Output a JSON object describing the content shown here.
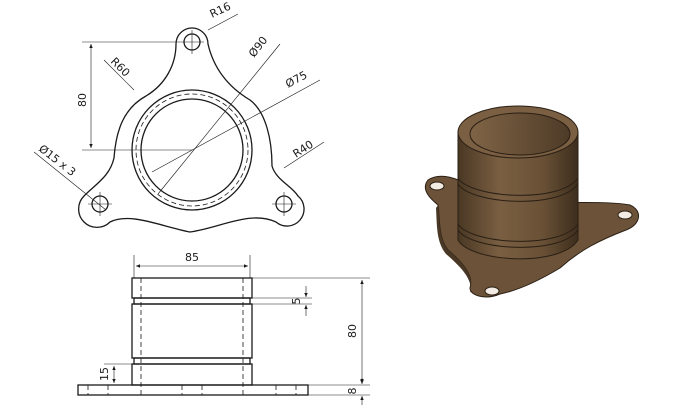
{
  "top_view": {
    "dimensions": {
      "r16": "R16",
      "d90": "Ø90",
      "d75": "Ø75",
      "r60": "R60",
      "h80": "80",
      "r40": "R40",
      "holes": "Ø15 x 3"
    }
  },
  "front_view": {
    "dimensions": {
      "width": "85",
      "groove": "5",
      "height": "80",
      "lower": "15",
      "plate": "8"
    }
  },
  "render": {
    "colors": {
      "body": "#6b5238",
      "light": "#8a6d4c",
      "dark": "#3e2e1e"
    }
  }
}
